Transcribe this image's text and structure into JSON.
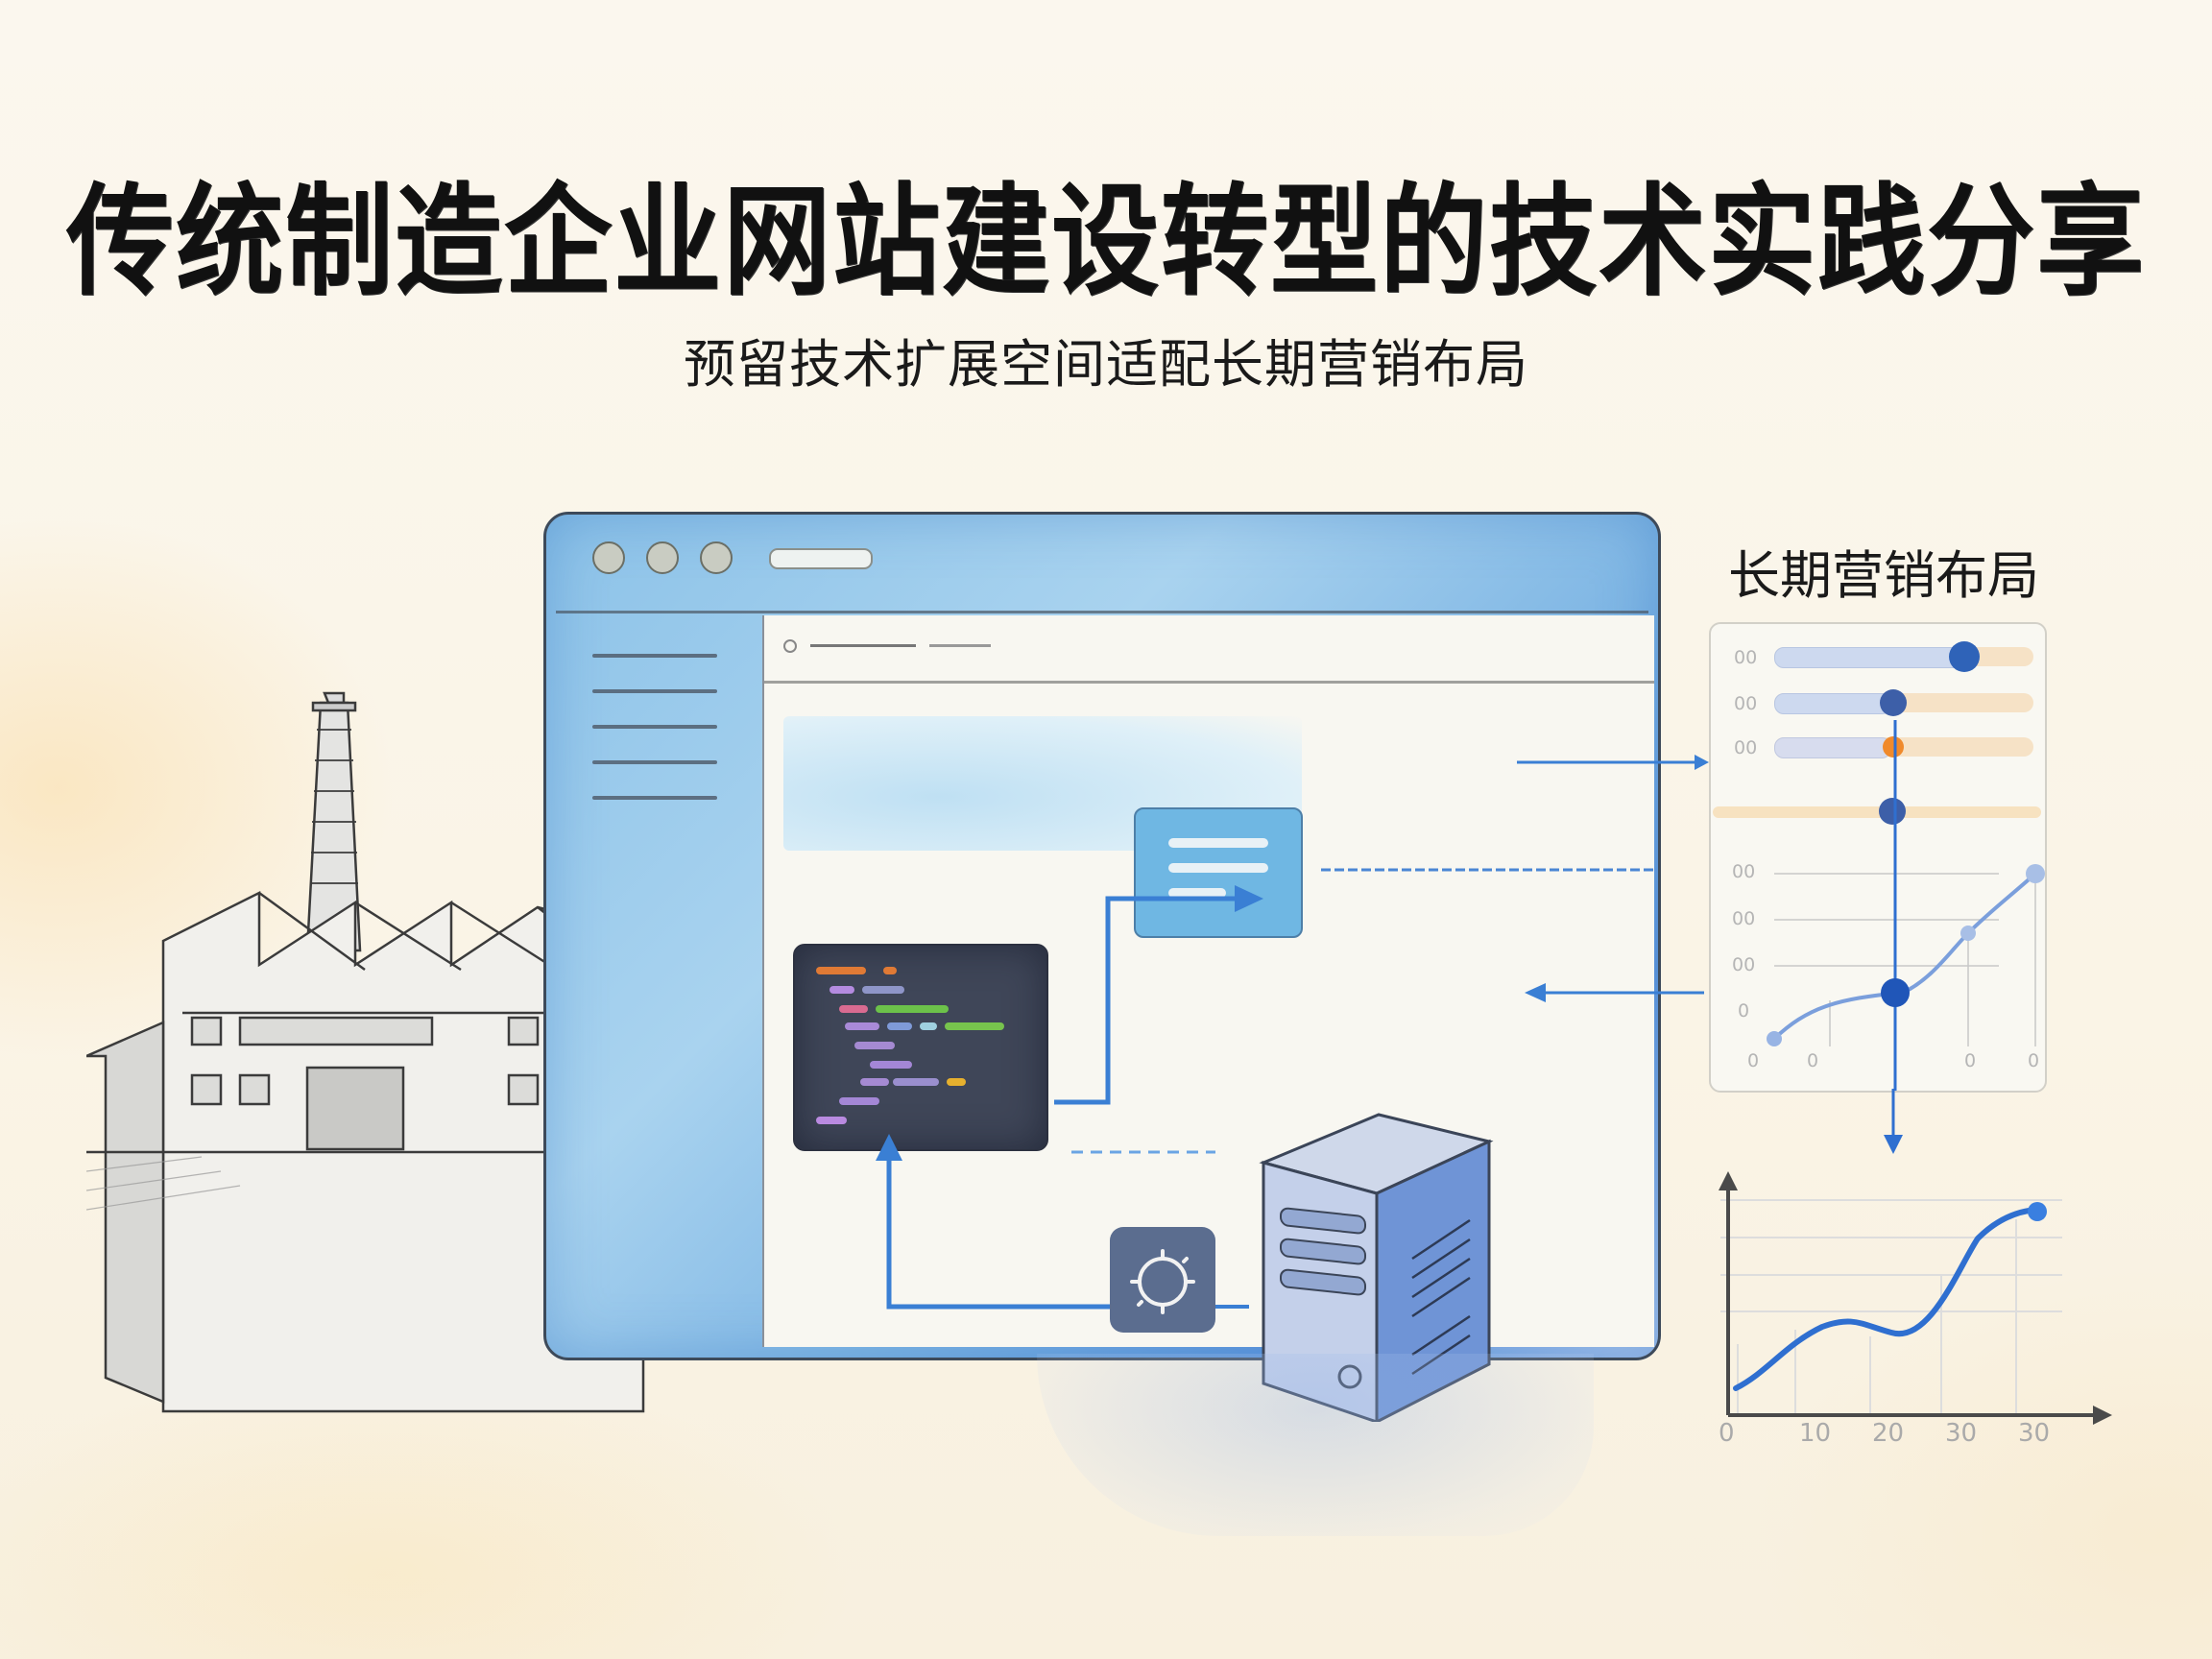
{
  "header": {
    "title": "传统制造企业网站建设转型的技术实践分享",
    "subtitle": "预留技术扩展空间适配长期营销布局"
  },
  "illustration": {
    "factory": "pencil-sketch factory with chimney",
    "browser_window": {
      "traffic_dots": 3,
      "sidebar_line_count": 5
    },
    "icons": [
      "code-editor-icon",
      "document-card-icon",
      "server-tower-icon",
      "gear-icon"
    ]
  },
  "marketing_panel": {
    "title": "长期营销布局",
    "slider_labels": [
      "00",
      "00",
      "00"
    ],
    "sliders": [
      {
        "fill_pct": 66,
        "knob_color": "#2f63b8"
      },
      {
        "fill_pct": 40,
        "knob_color": "#3d5fa8"
      },
      {
        "fill_pct": 40,
        "knob_color": "#f08a2c"
      }
    ],
    "mini_chart": {
      "y_labels": [
        "00",
        "00",
        "00",
        "0"
      ],
      "x_labels": [
        "0",
        "0",
        "0",
        "0"
      ]
    }
  },
  "chart_data": {
    "type": "line",
    "title": "",
    "xlabel": "",
    "ylabel": "",
    "x_tick_labels": [
      "0",
      "10",
      "20",
      "30",
      "30"
    ],
    "x": [
      0,
      5,
      10,
      15,
      20,
      25,
      30,
      35
    ],
    "values": [
      12,
      22,
      40,
      42,
      38,
      60,
      85,
      98
    ],
    "grid": true,
    "color": "#2f6fd0"
  },
  "colors": {
    "accent_blue": "#2f6fd0",
    "dark_navy": "#3f4658",
    "orange_accent": "#f08a2c",
    "paper": "#faf5e9"
  }
}
